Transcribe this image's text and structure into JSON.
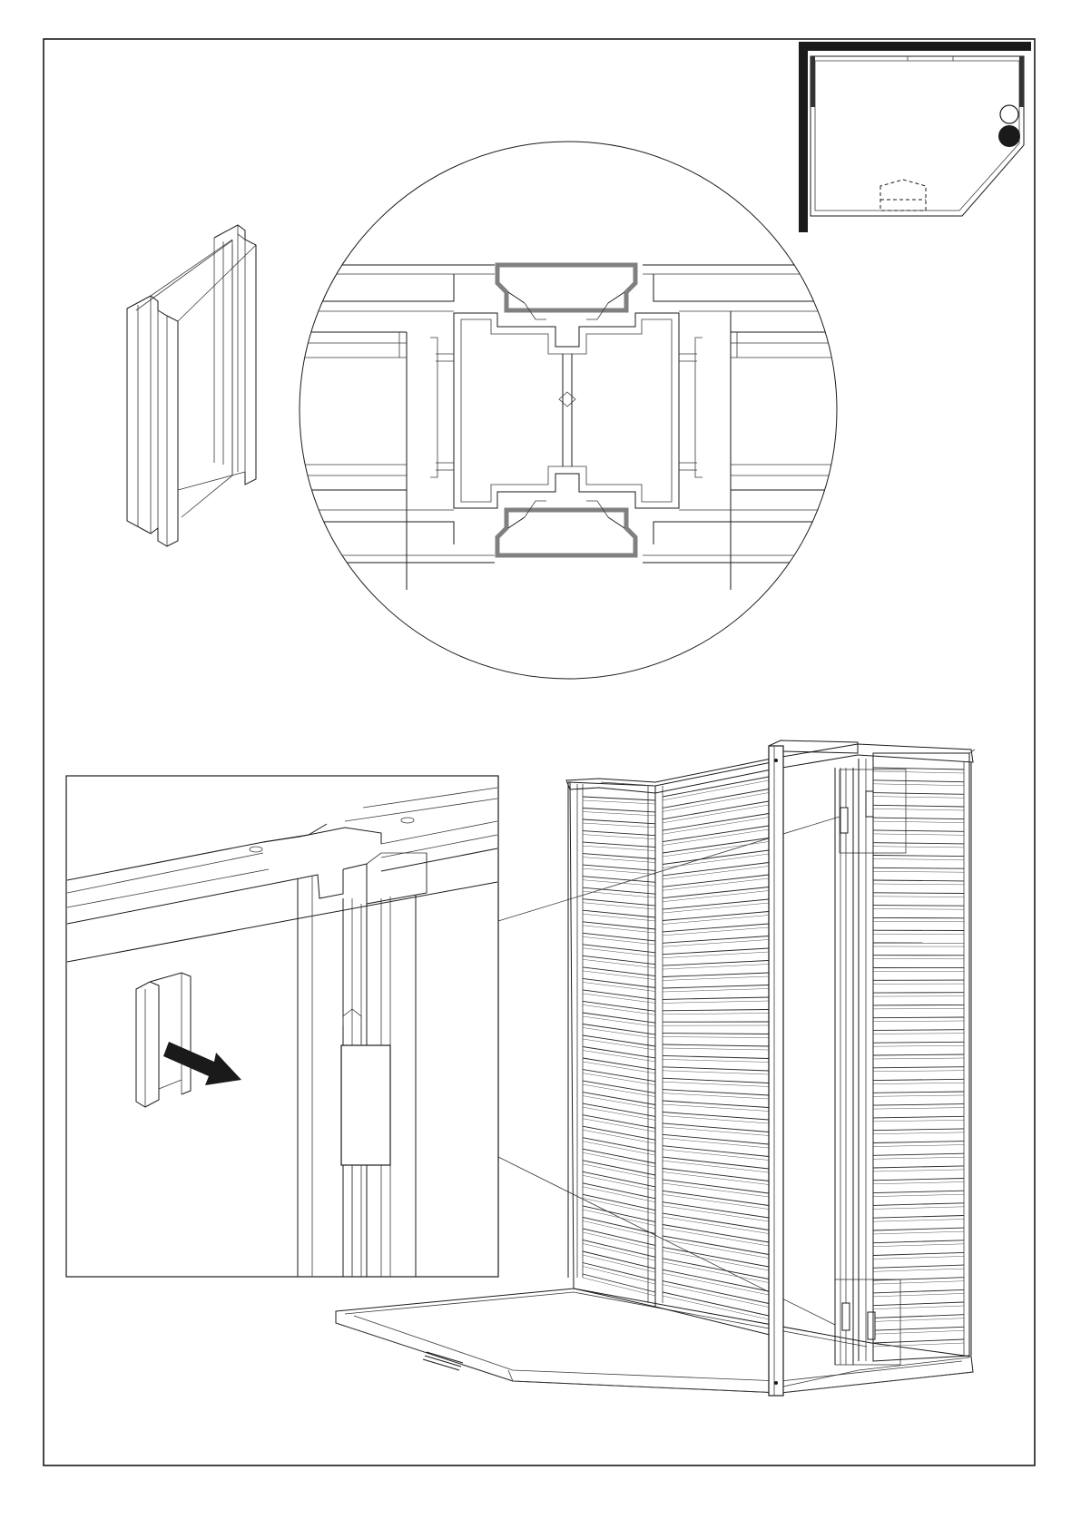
{
  "diagram": {
    "kind": "assembly-instruction",
    "colors": {
      "line": "#1a1a1a",
      "accent_profile": "#808080",
      "background": "#ffffff"
    },
    "parts": [
      {
        "name": "h-profile-connector",
        "icon": "h-profile-icon"
      },
      {
        "name": "cross-section-detail",
        "icon": "magnifier-circle"
      },
      {
        "name": "floor-plan-minimap",
        "icon": "floor-plan-icon"
      },
      {
        "name": "zoom-detail-panel",
        "icon": "zoom-box"
      },
      {
        "name": "removal-arrow",
        "icon": "arrow-right-down-icon"
      },
      {
        "name": "shed-assembly",
        "icon": "shed-icon"
      }
    ],
    "plan": {
      "marker_open": "empty-circle",
      "marker_filled": "filled-circle"
    }
  }
}
